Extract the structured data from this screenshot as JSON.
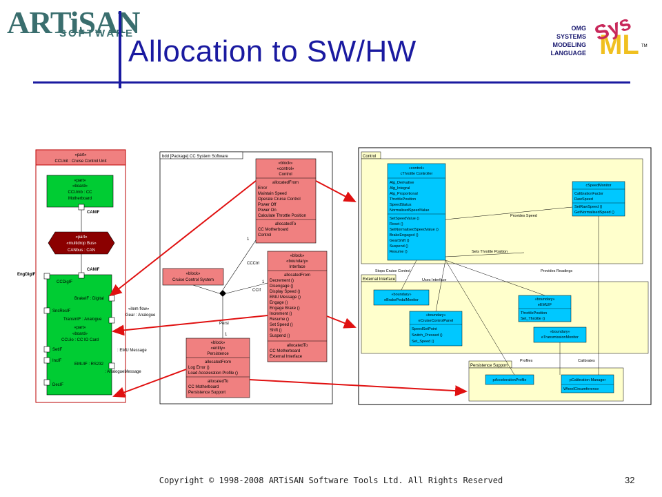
{
  "slide": {
    "title": "Allocation to SW/HW",
    "copyright": "Copyright © 1998-2008 ARTiSAN Software Tools Ltd.  All Rights Reserved",
    "page_number": "32"
  },
  "logos": {
    "artisan_main": "ARTiSAN",
    "artisan_sub": "SOFTWARE",
    "sysml_lines": [
      "OMG",
      "SYSTEMS",
      "MODELING",
      "LANGUAGE"
    ],
    "sysml_mark": "SysML",
    "trademark": "TM"
  },
  "hw_diagram": {
    "part_stereo": "«part»",
    "part_name": "CCUnit : Cruise Control Unit",
    "board1": [
      "«part»",
      "«board»",
      "CCUmb : CC",
      "Motherboard"
    ],
    "can_if": "CANIF",
    "bus": [
      "«part»",
      "«multidrop Bus»",
      "CANbus : CAN"
    ],
    "can_if2": "CANIF",
    "eng_dig_if": "EngDigIF",
    "cc_dig_if": "CCDigIF",
    "brake_if": "BrakeIF : Digital",
    "sns_res_if": "SnsResIF",
    "transm_if": "TransmIF : Analogue",
    "board2": [
      "«part»",
      "«board»",
      "CCUio : CC IO Card"
    ],
    "set_if": "SetIF",
    "inc_if": "IncIF",
    "emu_if": "EMUIF : RS232",
    "dec_if": "DecIF",
    "item_flow": [
      "«item flow»",
      "Gear : Analogue"
    ],
    "emu_message": ": EMU Message",
    "analogue_message": ": AnalogueMessage"
  },
  "bdd": {
    "header": "bdd [Package] CC System Software",
    "control": {
      "stereo": [
        "«block»",
        "«control»"
      ],
      "name": "Control",
      "alloc_from_label": "allocatedFrom",
      "alloc_from": [
        "Error",
        "Maintain Speed",
        "Operate Cruise Control",
        "Power Off",
        "Power On",
        "Calculate Throttle Position"
      ],
      "alloc_to_label": "allocatedTo",
      "alloc_to": [
        "CC Motherboard",
        "Control"
      ]
    },
    "interface": {
      "stereo": [
        "«block»",
        "«boundary»"
      ],
      "name": "Interface",
      "alloc_from_label": "allocatedFrom",
      "alloc_from": [
        "Decrement ()",
        "Disengage ()",
        "Display Speed ()",
        "EMU Message ()",
        "Engage ()",
        "Engage Brake ()",
        "Increment ()",
        "Resume ()",
        "Set Speed ()",
        "Shift ()",
        "Suspend ()"
      ],
      "alloc_to_label": "allocatedTo",
      "alloc_to": [
        "CC Motherboard",
        "External Interface"
      ]
    },
    "system": {
      "stereo": "«block»",
      "name": "Cruise Control System"
    },
    "persistence": {
      "stereo": [
        "«block»",
        "«entity»"
      ],
      "name": "Persistence",
      "alloc_from_label": "allocatedFrom",
      "alloc_from": [
        "Log Error ()",
        "Load Acceleration Profile ()"
      ],
      "alloc_to_label": "allocatedTo",
      "alloc_to": [
        "CC Motherboard",
        "Persistence Support"
      ]
    },
    "roles": {
      "ccon": "CCCtrl",
      "cci": "CCIf",
      "persi": "Persi",
      "one_a": "1",
      "one_b": "1",
      "one_c": "1"
    }
  },
  "sw_arch": {
    "control_pkg": "Control",
    "ext_pkg": "External Interface",
    "pers_pkg": "Persistence Support",
    "throttle": {
      "stereo": "«control»",
      "name": "cThrottle Controller",
      "attrs": [
        "Alg_Derivative",
        "Alg_Integral",
        "Alg_Proportional",
        "ThrottlePosition",
        "SpeedStatus",
        "NormalisedSpeedValue"
      ],
      "ops": [
        "SetSpeedValue ()",
        "Reset ()",
        "SetNormalisedSpeedValue ()",
        "BrakeEngaged ()",
        "GearShift ()",
        "Suspend ()",
        "Resume ()"
      ]
    },
    "speed_monitor": {
      "name": "cSpeedMonitor",
      "attrs": [
        "CalibrationFactor",
        "RawSpeed"
      ],
      "ops": [
        "SetRawSpeed ()",
        "GetNormalisedSpeed ()"
      ]
    },
    "brake_monitor": {
      "stereo": "«boundary»",
      "name": "eBrakePedalMonitor"
    },
    "panel": {
      "stereo": "«boundary»",
      "name": "eCruiseControlPanel",
      "ops": [
        "SpeedSetPoint",
        "Switch_Pressed ()",
        "Set_Speed ()"
      ]
    },
    "emuif": {
      "stereo": "«boundary»",
      "name": "eEMUIF",
      "attrs": [
        "ThrottlePosition"
      ],
      "ops": [
        "Set_Throttle ()"
      ]
    },
    "transmission": {
      "stereo": "«boundary»",
      "name": "eTransmissionMonitor"
    },
    "accel": {
      "name": "pAccelerationProfile"
    },
    "calib": {
      "name": "pCalibration Manager",
      "ops": [
        "WheelCircumference"
      ]
    },
    "labels": {
      "provides_speed": "Provides Speed",
      "sets_throttle": "Sets Throttle Position",
      "stops_cruise": "Stops Cruise Control",
      "provides_readings": "Provides Readings",
      "profiles": "Profiles",
      "calibrates": "Calibrates",
      "uses_interface": "Uses Interface"
    }
  },
  "colors": {
    "title_blue": "#1a1aa0",
    "hw_green": "#00cc33",
    "block_red": "#f08080",
    "cyan": "#00c8ff",
    "note_yellow": "#ffffcc",
    "arrow_red": "#e01010"
  }
}
